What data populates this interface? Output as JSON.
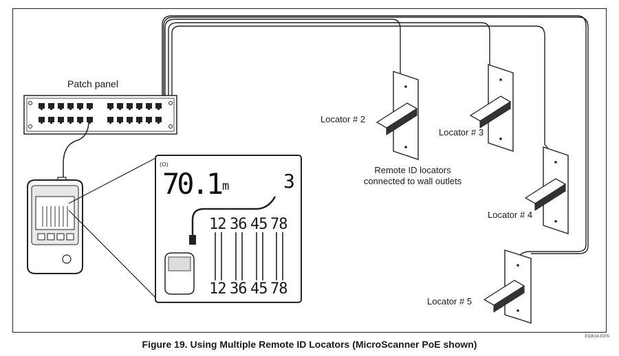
{
  "labels": {
    "patch_panel": "Patch panel",
    "locator_2": "Locator # 2",
    "locator_3": "Locator # 3",
    "locator_4": "Locator # 4",
    "locator_5": "Locator # 5",
    "remote_note": "Remote ID locators connected to wall outlets"
  },
  "display": {
    "distance": "70.1",
    "unit": "m",
    "locator_count": "3",
    "corner_mark": "(O)",
    "pin_groups": [
      "12",
      "36",
      "45",
      "78"
    ]
  },
  "caption": "Figure 19. Using Multiple Remote ID Locators (MicroScanner PoE shown)",
  "figure_code": "EGK04.EPS"
}
